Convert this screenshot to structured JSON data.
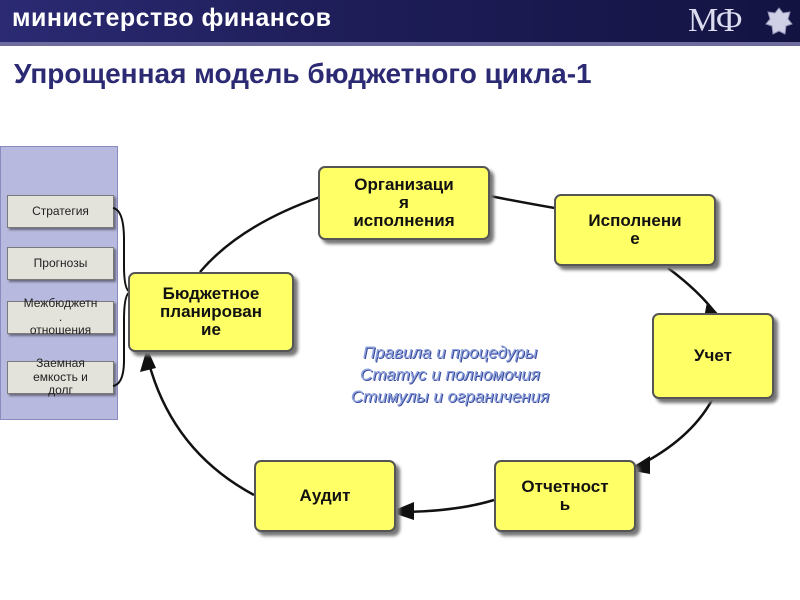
{
  "header": {
    "ministry": "министерство финансов",
    "logo": "МФ"
  },
  "title": "Упрощенная модель бюджетного цикла-1",
  "left_panel": {
    "items": [
      "Стратегия",
      "Прогнозы",
      "Межбюджетн\n.\nотношения",
      "Заемная\nемкость и\nдолг"
    ]
  },
  "nodes": {
    "organization": "Организаци\nя\nисполнения",
    "execution": "Исполнени\nе",
    "accounting": "Учет",
    "reporting": "Отчетност\nь",
    "audit": "Аудит",
    "planning": "Бюджетное\nпланирован\nие"
  },
  "center": {
    "lines": [
      "Правила и процедуры",
      "Статус и полномочия",
      "Стимулы и ограничения"
    ]
  },
  "colors": {
    "header_bg": "#2b2a73",
    "node_fill": "#ffff66",
    "panel_bg": "#b7b9de",
    "center_text": "#8ea3de"
  }
}
